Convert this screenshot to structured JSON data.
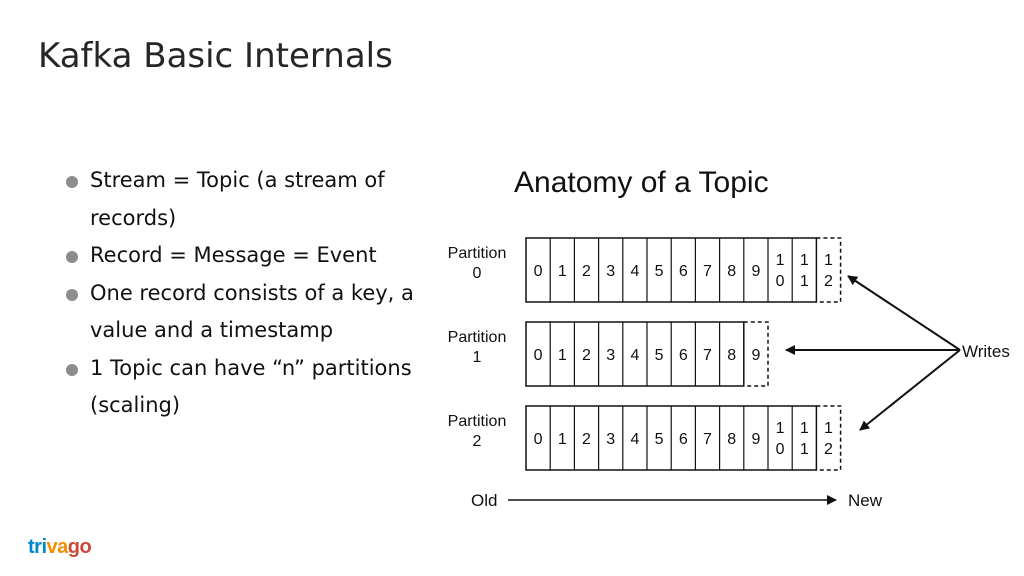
{
  "slide": {
    "title": "Kafka Basic Internals",
    "bullets": [
      "Stream = Topic (a stream of records)",
      "Record = Message = Event",
      "One record consists of a key, a value and a timestamp",
      "1 Topic can have “n” partitions (scaling)"
    ]
  },
  "diagram": {
    "title": "Anatomy of a Topic",
    "partitions": [
      {
        "label": [
          "Partition",
          "0"
        ],
        "cells": [
          "0",
          "1",
          "2",
          "3",
          "4",
          "5",
          "6",
          "7",
          "8",
          "9",
          [
            "1",
            "0"
          ],
          [
            "1",
            "1"
          ]
        ],
        "next": [
          "1",
          "2"
        ]
      },
      {
        "label": [
          "Partition",
          "1"
        ],
        "cells": [
          "0",
          "1",
          "2",
          "3",
          "4",
          "5",
          "6",
          "7",
          "8"
        ],
        "next": "9"
      },
      {
        "label": [
          "Partition",
          "2"
        ],
        "cells": [
          "0",
          "1",
          "2",
          "3",
          "4",
          "5",
          "6",
          "7",
          "8",
          "9",
          [
            "1",
            "0"
          ],
          [
            "1",
            "1"
          ]
        ],
        "next": [
          "1",
          "2"
        ]
      }
    ],
    "writes_label": "Writes",
    "old_label": "Old",
    "new_label": "New"
  },
  "logo": {
    "text": "trivago",
    "parts": [
      "tri",
      "va",
      "go"
    ]
  }
}
